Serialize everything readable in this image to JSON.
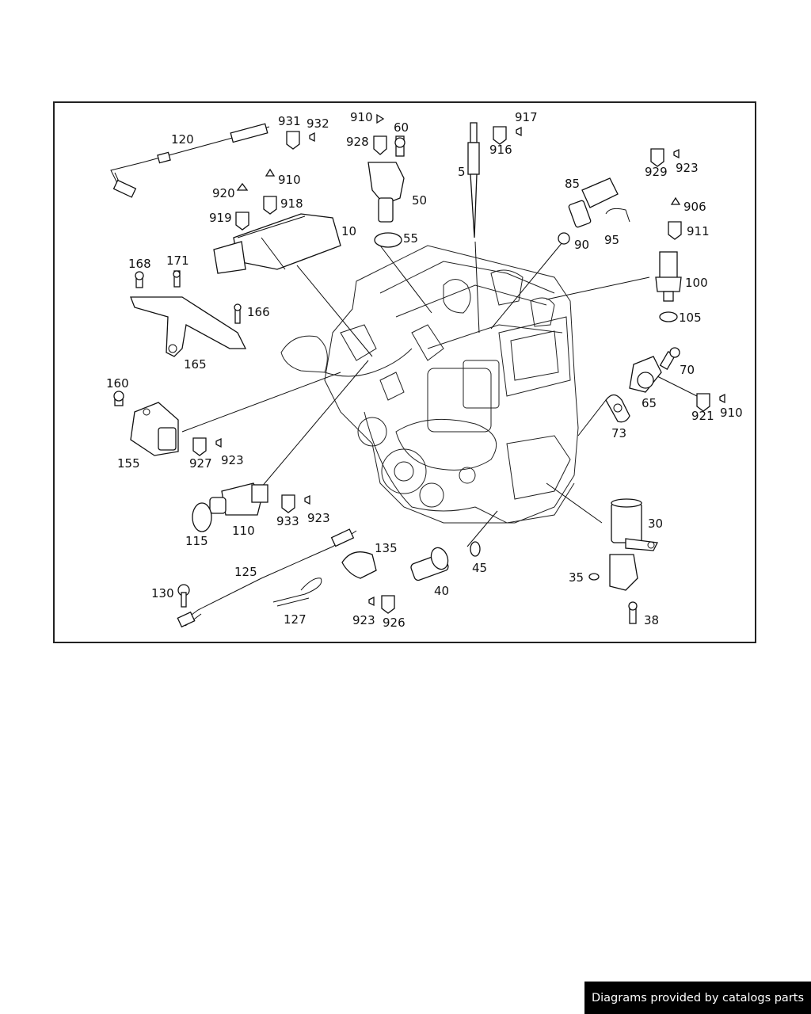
{
  "diagram": {
    "callouts": [
      {
        "id": "931",
        "label": "931"
      },
      {
        "id": "932",
        "label": "932"
      },
      {
        "id": "120",
        "label": "120"
      },
      {
        "id": "910a",
        "label": "910"
      },
      {
        "id": "928",
        "label": "928"
      },
      {
        "id": "60",
        "label": "60"
      },
      {
        "id": "917",
        "label": "917"
      },
      {
        "id": "916",
        "label": "916"
      },
      {
        "id": "5",
        "label": "5"
      },
      {
        "id": "50",
        "label": "50"
      },
      {
        "id": "55",
        "label": "55"
      },
      {
        "id": "910b",
        "label": "910"
      },
      {
        "id": "920",
        "label": "920"
      },
      {
        "id": "918",
        "label": "918"
      },
      {
        "id": "919",
        "label": "919"
      },
      {
        "id": "10",
        "label": "10"
      },
      {
        "id": "929",
        "label": "929"
      },
      {
        "id": "923a",
        "label": "923"
      },
      {
        "id": "85",
        "label": "85"
      },
      {
        "id": "906",
        "label": "906"
      },
      {
        "id": "911",
        "label": "911"
      },
      {
        "id": "90",
        "label": "90"
      },
      {
        "id": "95",
        "label": "95"
      },
      {
        "id": "100",
        "label": "100"
      },
      {
        "id": "105",
        "label": "105"
      },
      {
        "id": "168",
        "label": "168"
      },
      {
        "id": "171",
        "label": "171"
      },
      {
        "id": "166",
        "label": "166"
      },
      {
        "id": "165",
        "label": "165"
      },
      {
        "id": "70",
        "label": "70"
      },
      {
        "id": "65",
        "label": "65"
      },
      {
        "id": "921",
        "label": "921"
      },
      {
        "id": "910c",
        "label": "910"
      },
      {
        "id": "160",
        "label": "160"
      },
      {
        "id": "155",
        "label": "155"
      },
      {
        "id": "927",
        "label": "927"
      },
      {
        "id": "923b",
        "label": "923"
      },
      {
        "id": "73",
        "label": "73"
      },
      {
        "id": "933",
        "label": "933"
      },
      {
        "id": "923c",
        "label": "923"
      },
      {
        "id": "115",
        "label": "115"
      },
      {
        "id": "110",
        "label": "110"
      },
      {
        "id": "30",
        "label": "30"
      },
      {
        "id": "135",
        "label": "135"
      },
      {
        "id": "125",
        "label": "125"
      },
      {
        "id": "45",
        "label": "45"
      },
      {
        "id": "40",
        "label": "40"
      },
      {
        "id": "130",
        "label": "130"
      },
      {
        "id": "127",
        "label": "127"
      },
      {
        "id": "923d",
        "label": "923"
      },
      {
        "id": "926",
        "label": "926"
      },
      {
        "id": "35",
        "label": "35"
      },
      {
        "id": "38",
        "label": "38"
      }
    ]
  },
  "footer": {
    "text": "Diagrams provided by catalogs parts"
  }
}
